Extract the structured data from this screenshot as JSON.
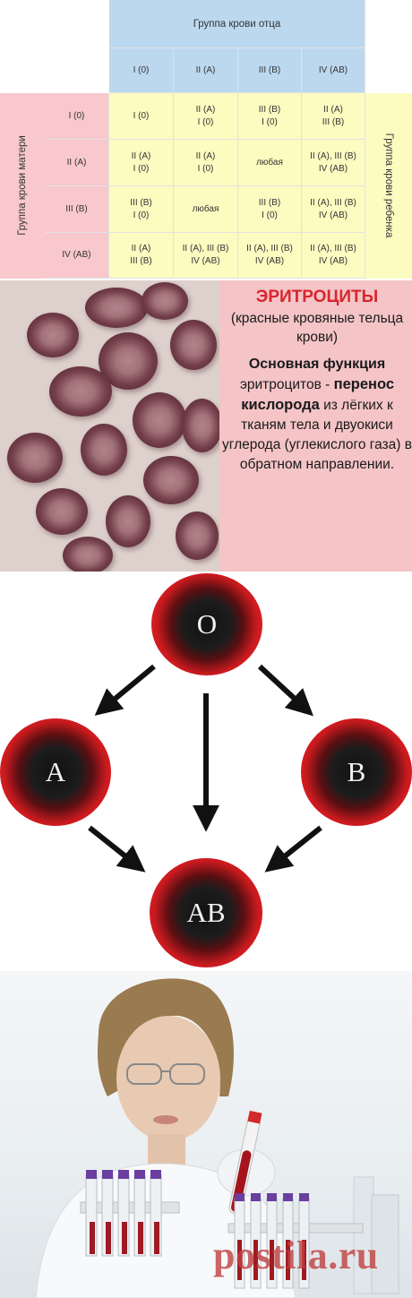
{
  "table": {
    "father_header": "Группа крови отца",
    "mother_header": "Группа крови матери",
    "child_header": "Группа крови ребенка",
    "col_groups": [
      "I (0)",
      "II (A)",
      "III (B)",
      "IV (AB)"
    ],
    "rows": [
      {
        "group": "I (0)",
        "cells": [
          "I (0)",
          "II (A)\nI (0)",
          "III (B)\nI (0)",
          "II (A)\nIII (B)"
        ]
      },
      {
        "group": "II (A)",
        "cells": [
          "II (A)\nI (0)",
          "II (A)\nI (0)",
          "любая",
          "II (A), III (B)\nIV (AB)"
        ]
      },
      {
        "group": "III (B)",
        "cells": [
          "III (B)\nI (0)",
          "любая",
          "III (B)\nI (0)",
          "II (A), III (B)\nIV (AB)"
        ]
      },
      {
        "group": "IV (AB)",
        "cells": [
          "II (A)\nIII (B)",
          "II (A), III (B)\nIV (AB)",
          "II (A), III (B)\nIV (AB)",
          "II (A), III (B)\nIV (AB)"
        ]
      }
    ],
    "colors": {
      "header_blue": "#bcd8ef",
      "body_yellow": "#fcfbc0",
      "mother_pink": "#f8c8cc"
    }
  },
  "erythrocytes": {
    "title": "ЭРИТРОЦИТЫ",
    "subtitle": "(красные кровяные тельца крови)",
    "func_title": "Основная функция",
    "text_1": "эритроцитов -",
    "text_bold": "перенос кислорода",
    "text_2": "из лёгких к тканям тела и двуокиси углерода (углекислого газа) в обратном направлении.",
    "colors": {
      "title": "#d7262d",
      "background": "#f4c4c6"
    }
  },
  "diagram": {
    "nodes": {
      "top": "O",
      "left": "A",
      "right": "B",
      "bottom": "AB"
    },
    "arrows": [
      "O→A",
      "O→AB",
      "O→B",
      "A→AB",
      "B→AB"
    ],
    "colors": {
      "ring": "#e42026",
      "core": "#121212",
      "label": "#f1f1f1"
    }
  },
  "lab_photo": {
    "icon": "scientist-with-test-tube-photo"
  },
  "watermark": {
    "text": "postila.ru"
  }
}
